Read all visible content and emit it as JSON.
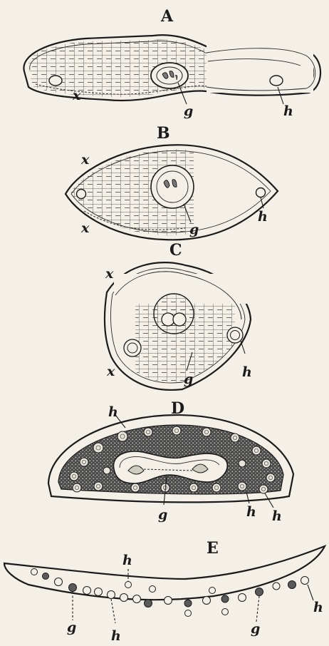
{
  "figures": {
    "A": {
      "label": "A",
      "marks": [
        "x",
        "g",
        "h"
      ]
    },
    "B": {
      "label": "B",
      "marks": [
        "x",
        "x",
        "g",
        "h"
      ]
    },
    "C": {
      "label": "C",
      "marks": [
        "x",
        "x",
        "g",
        "h"
      ]
    },
    "D": {
      "label": "D",
      "marks": [
        "h",
        "g",
        "h",
        "h"
      ]
    },
    "E": {
      "label": "E",
      "marks": [
        "h",
        "g",
        "h",
        "g",
        "h"
      ]
    }
  },
  "colors": {
    "ink": "#1b1b1b",
    "paper": "#f4f0e8"
  }
}
